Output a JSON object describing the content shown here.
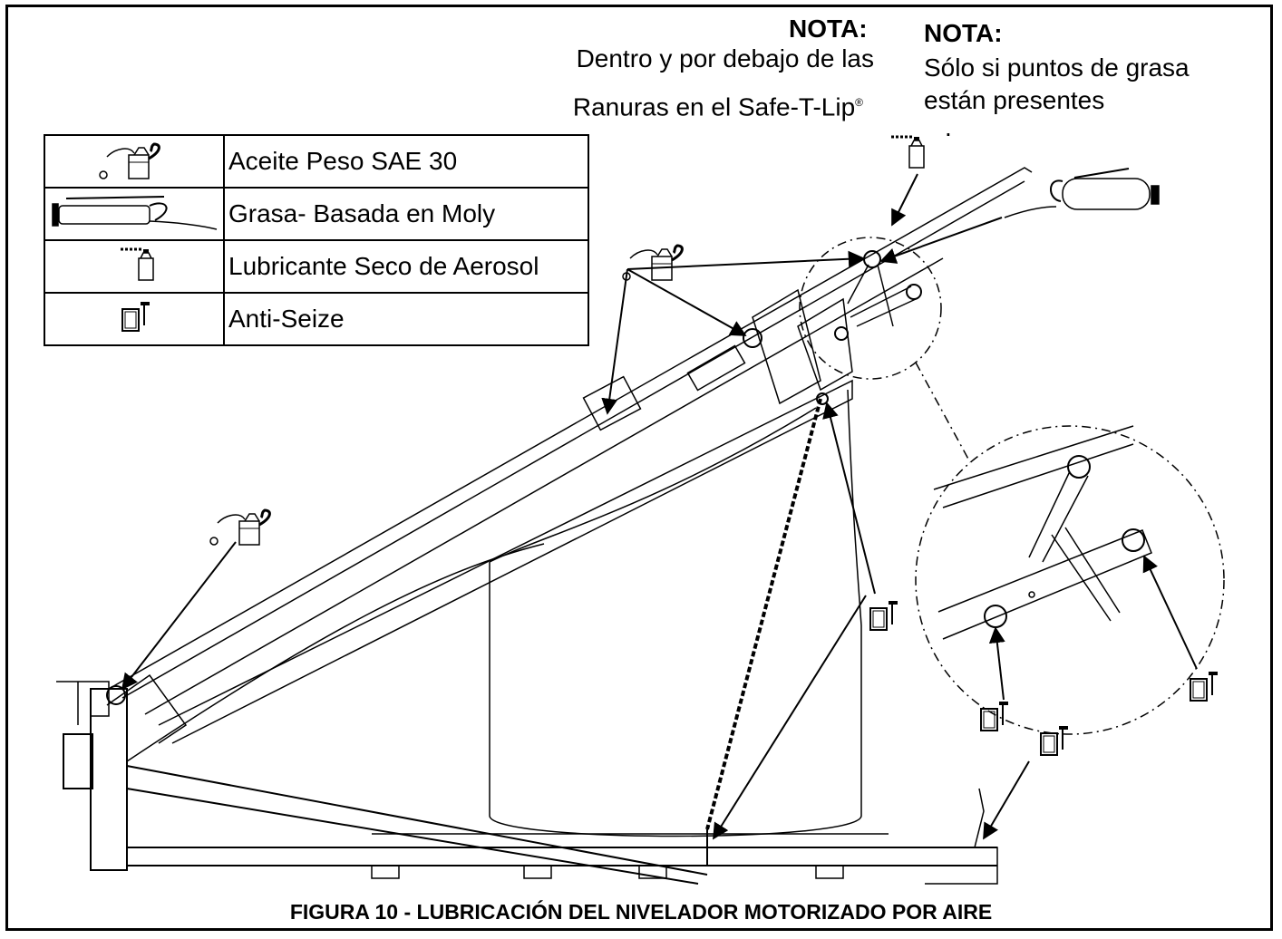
{
  "notes": {
    "left": {
      "heading": "NOTA:",
      "line1": "Dentro y por debajo de las",
      "line2": "Ranuras en el Safe-T-Lip",
      "mark": "®"
    },
    "right": {
      "heading": "NOTA:",
      "line1": "Sólo si puntos de grasa",
      "line2": "están presentes",
      "line3": "."
    }
  },
  "legend": [
    {
      "icon": "oil-can-icon",
      "label": "Aceite Peso SAE 30"
    },
    {
      "icon": "grease-gun-icon",
      "label": "Grasa- Basada en Moly"
    },
    {
      "icon": "aerosol-can-icon",
      "label": "Lubricante Seco de Aerosol"
    },
    {
      "icon": "anti-seize-can-icon",
      "label": "Anti-Seize"
    }
  ],
  "caption": "FIGURA 10 -  LUBRICACIÓN DEL NIVELADOR MOTORIZADO POR AIRE"
}
